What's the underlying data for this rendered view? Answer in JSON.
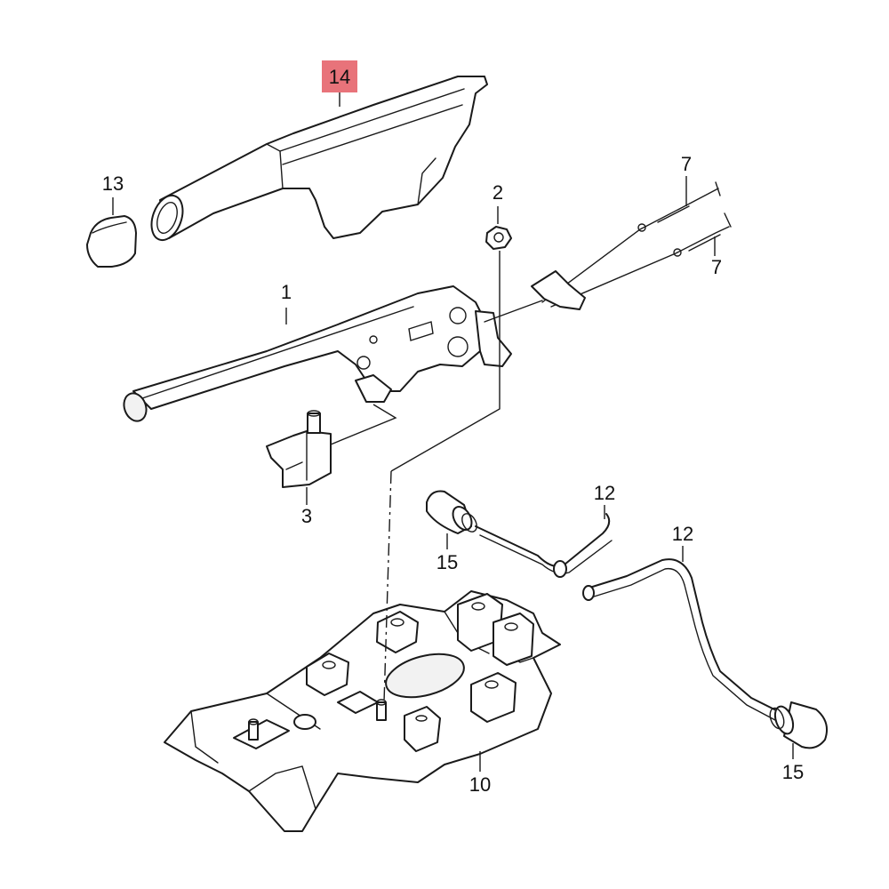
{
  "highlight_color": "#e8737a",
  "callouts": {
    "c14": "14",
    "c13": "13",
    "c1": "1",
    "c2": "2",
    "c7a": "7",
    "c7b": "7",
    "c3": "3",
    "c12a": "12",
    "c12b": "12",
    "c15a": "15",
    "c15b": "15",
    "c10": "10"
  }
}
